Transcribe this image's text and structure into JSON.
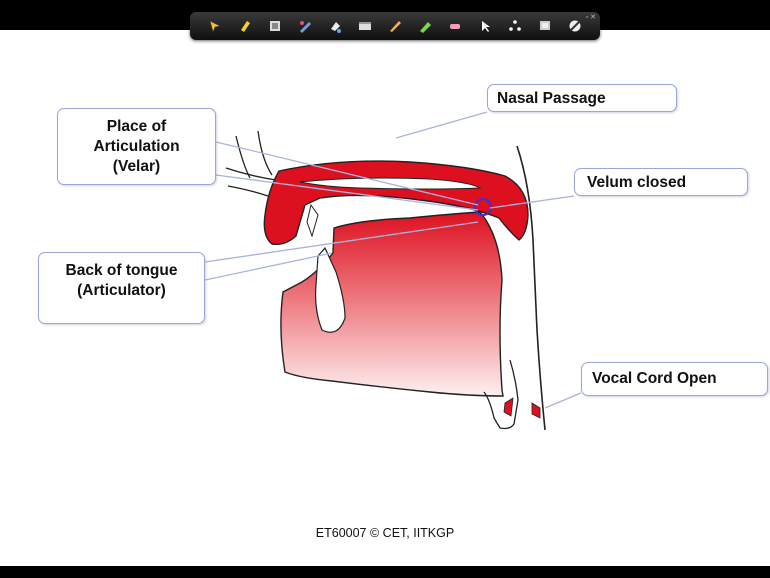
{
  "toolbar": {
    "tools": [
      "pointer-icon",
      "highlighter-icon",
      "screen-capture-icon",
      "pen-tool-icon",
      "fill-icon",
      "whiteboard-icon",
      "pencil-icon",
      "marker-icon",
      "eraser-icon",
      "arrow-cursor-icon",
      "spotlight-icon",
      "board-icon",
      "clear-icon"
    ]
  },
  "callouts": {
    "place_line1": "Place of",
    "place_line2": "Articulation",
    "place_line3": "(Velar)",
    "nasal": "Nasal Passage",
    "velum": "Velum closed",
    "tongue_line1": "Back of tongue",
    "tongue_line2": "(Articulator)",
    "vocal": "Vocal Cord Open"
  },
  "footer": "ET60007  © CET, IITKGP",
  "colors": {
    "tissue_red": "#dd1020",
    "callout_border": "#9aa6d6",
    "highlight_circle": "#3b2fd6"
  }
}
